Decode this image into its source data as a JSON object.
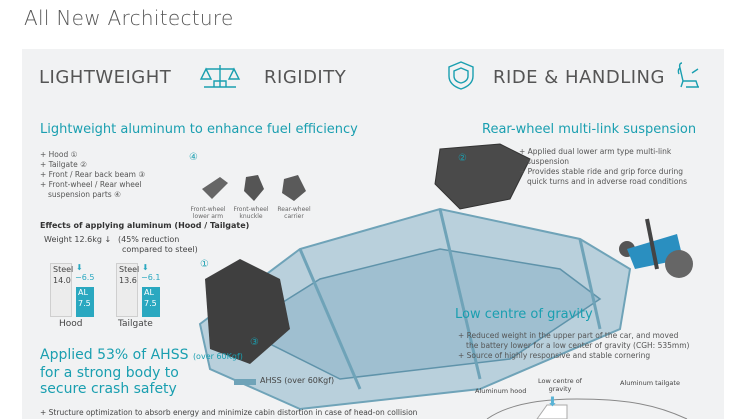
{
  "page_title": "All New Architecture",
  "headers": {
    "lightweight": "LIGHTWEIGHT",
    "rigidity": "RIGIDITY",
    "ride_handling": "RIDE & HANDLING"
  },
  "lightweight": {
    "title": "Lightweight aluminum to enhance fuel efficiency",
    "items": [
      "+ Hood ①",
      "+ Tailgate ②",
      "+ Front / Rear back beam ③",
      "+ Front-wheel / Rear wheel",
      "suspension parts ④"
    ],
    "parts_marker": "④",
    "parts": [
      "Front-wheel lower arm",
      "Front-wheel knuckle",
      "Rear-wheel carrier"
    ],
    "effects_title": "Effects of applying aluminum (Hood / Tailgate)",
    "weight_line": "Weight 12.6kg ↓",
    "reduction_line1": "(45% reduction",
    "reduction_line2": "compared to steel)",
    "hood": {
      "label": "Hood",
      "steel_label": "Steel",
      "steel_value": "14.0",
      "delta": "−6.5",
      "al_label": "AL",
      "al_value": "7.5"
    },
    "tailgate": {
      "label": "Tailgate",
      "steel_label": "Steel",
      "steel_value": "13.6",
      "delta": "−6.1",
      "al_label": "AL",
      "al_value": "7.5"
    }
  },
  "rigidity": {
    "title_part1": "Applied 53% of AHSS",
    "title_small": "(over 60Kgf)",
    "title_line2": "for a strong body to",
    "title_line3": "secure crash safety",
    "legend": "AHSS (over 60Kgf)",
    "bottom_note": "+ Structure optimization to absorb energy and minimize cabin distortion in case of head-on collision"
  },
  "suspension": {
    "title": "Rear-wheel multi-link suspension",
    "items": [
      "+ Applied dual lower arm type multi-link",
      "suspension",
      "+ Provides stable ride and grip force during",
      "quick turns and in adverse road conditions"
    ]
  },
  "gravity": {
    "title": "Low centre of gravity",
    "items": [
      "+ Reduced weight in the upper part of the car, and moved",
      "the battery lower for a low center of gravity (CGH: 535mm)",
      "+ Source of highly responsive and stable cornering"
    ],
    "label_hood": "Aluminum hood",
    "label_center_1": "Low centre of",
    "label_center_2": "gravity",
    "label_tailgate": "Aluminum tailgate"
  },
  "markers": {
    "one": "①",
    "two": "②",
    "three": "③"
  },
  "colors": {
    "accent": "#1a9fb0",
    "frame": "#6fa3b8",
    "panel": "#f1f2f3"
  }
}
